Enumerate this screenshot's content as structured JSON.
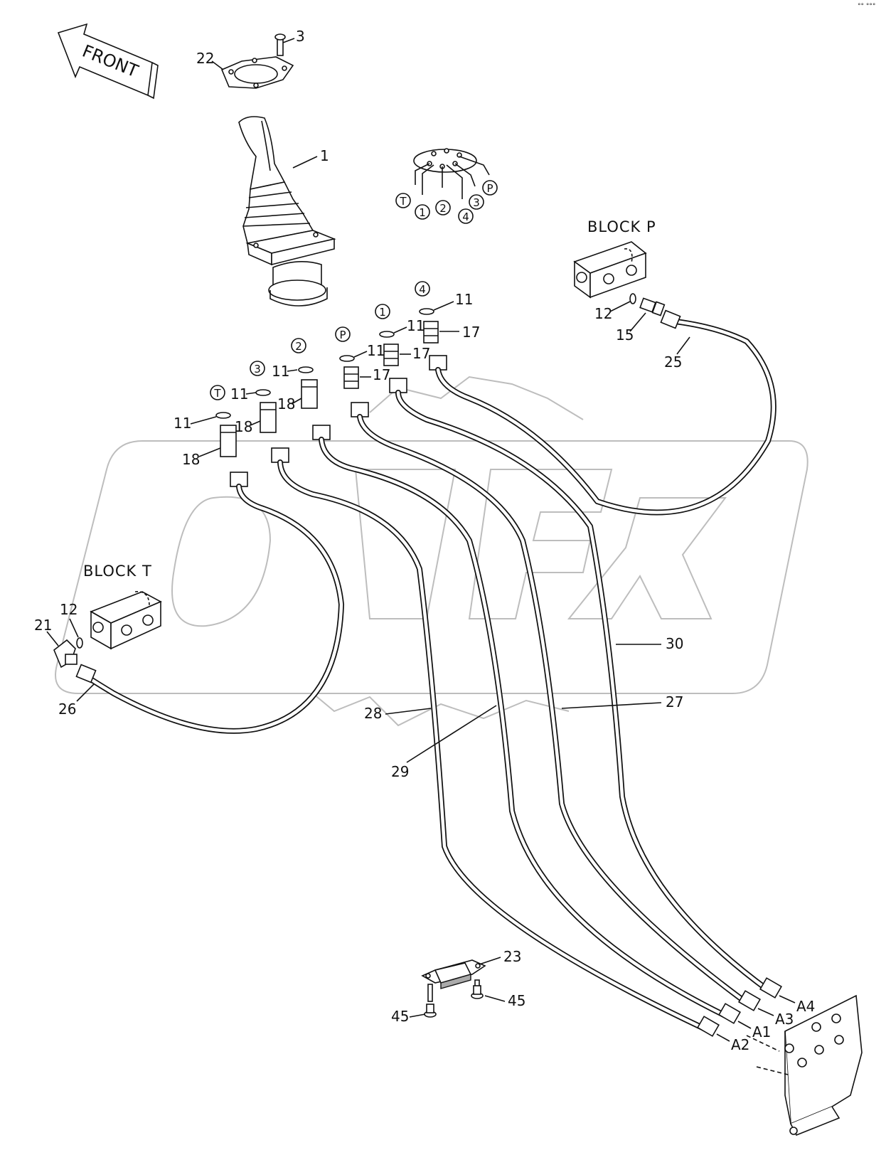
{
  "front_label": "FRONT",
  "block_p_label": "BLOCK  P",
  "block_t_label": "BLOCK  T",
  "corner_mark": "°° °°°",
  "callouts": {
    "c1": "1",
    "c3": "3",
    "c22": "22",
    "c11_4": "11",
    "c11_1": "11",
    "c11_p": "11",
    "c11_2": "11",
    "c11_3": "11",
    "c11_t": "11",
    "c17_a": "17",
    "c17_b": "17",
    "c17_c": "17",
    "c18_a": "18",
    "c18_b": "18",
    "c18_c": "18",
    "c12_p": "12",
    "c15": "15",
    "c25": "25",
    "c12_t": "12",
    "c21": "21",
    "c26": "26",
    "c30": "30",
    "c27": "27",
    "c28": "28",
    "c29": "29",
    "c23": "23",
    "c45_a": "45",
    "c45_b": "45",
    "a1": "A1",
    "a2": "A2",
    "a3": "A3",
    "a4": "A4"
  },
  "port_markers": {
    "pin_t": "T",
    "pin_1": "1",
    "pin_2": "2",
    "pin_4": "4",
    "pin_3": "3",
    "pin_p": "P",
    "m4": "4",
    "m1": "1",
    "mp": "P",
    "m2": "2",
    "m3": "3",
    "mt": "T"
  }
}
